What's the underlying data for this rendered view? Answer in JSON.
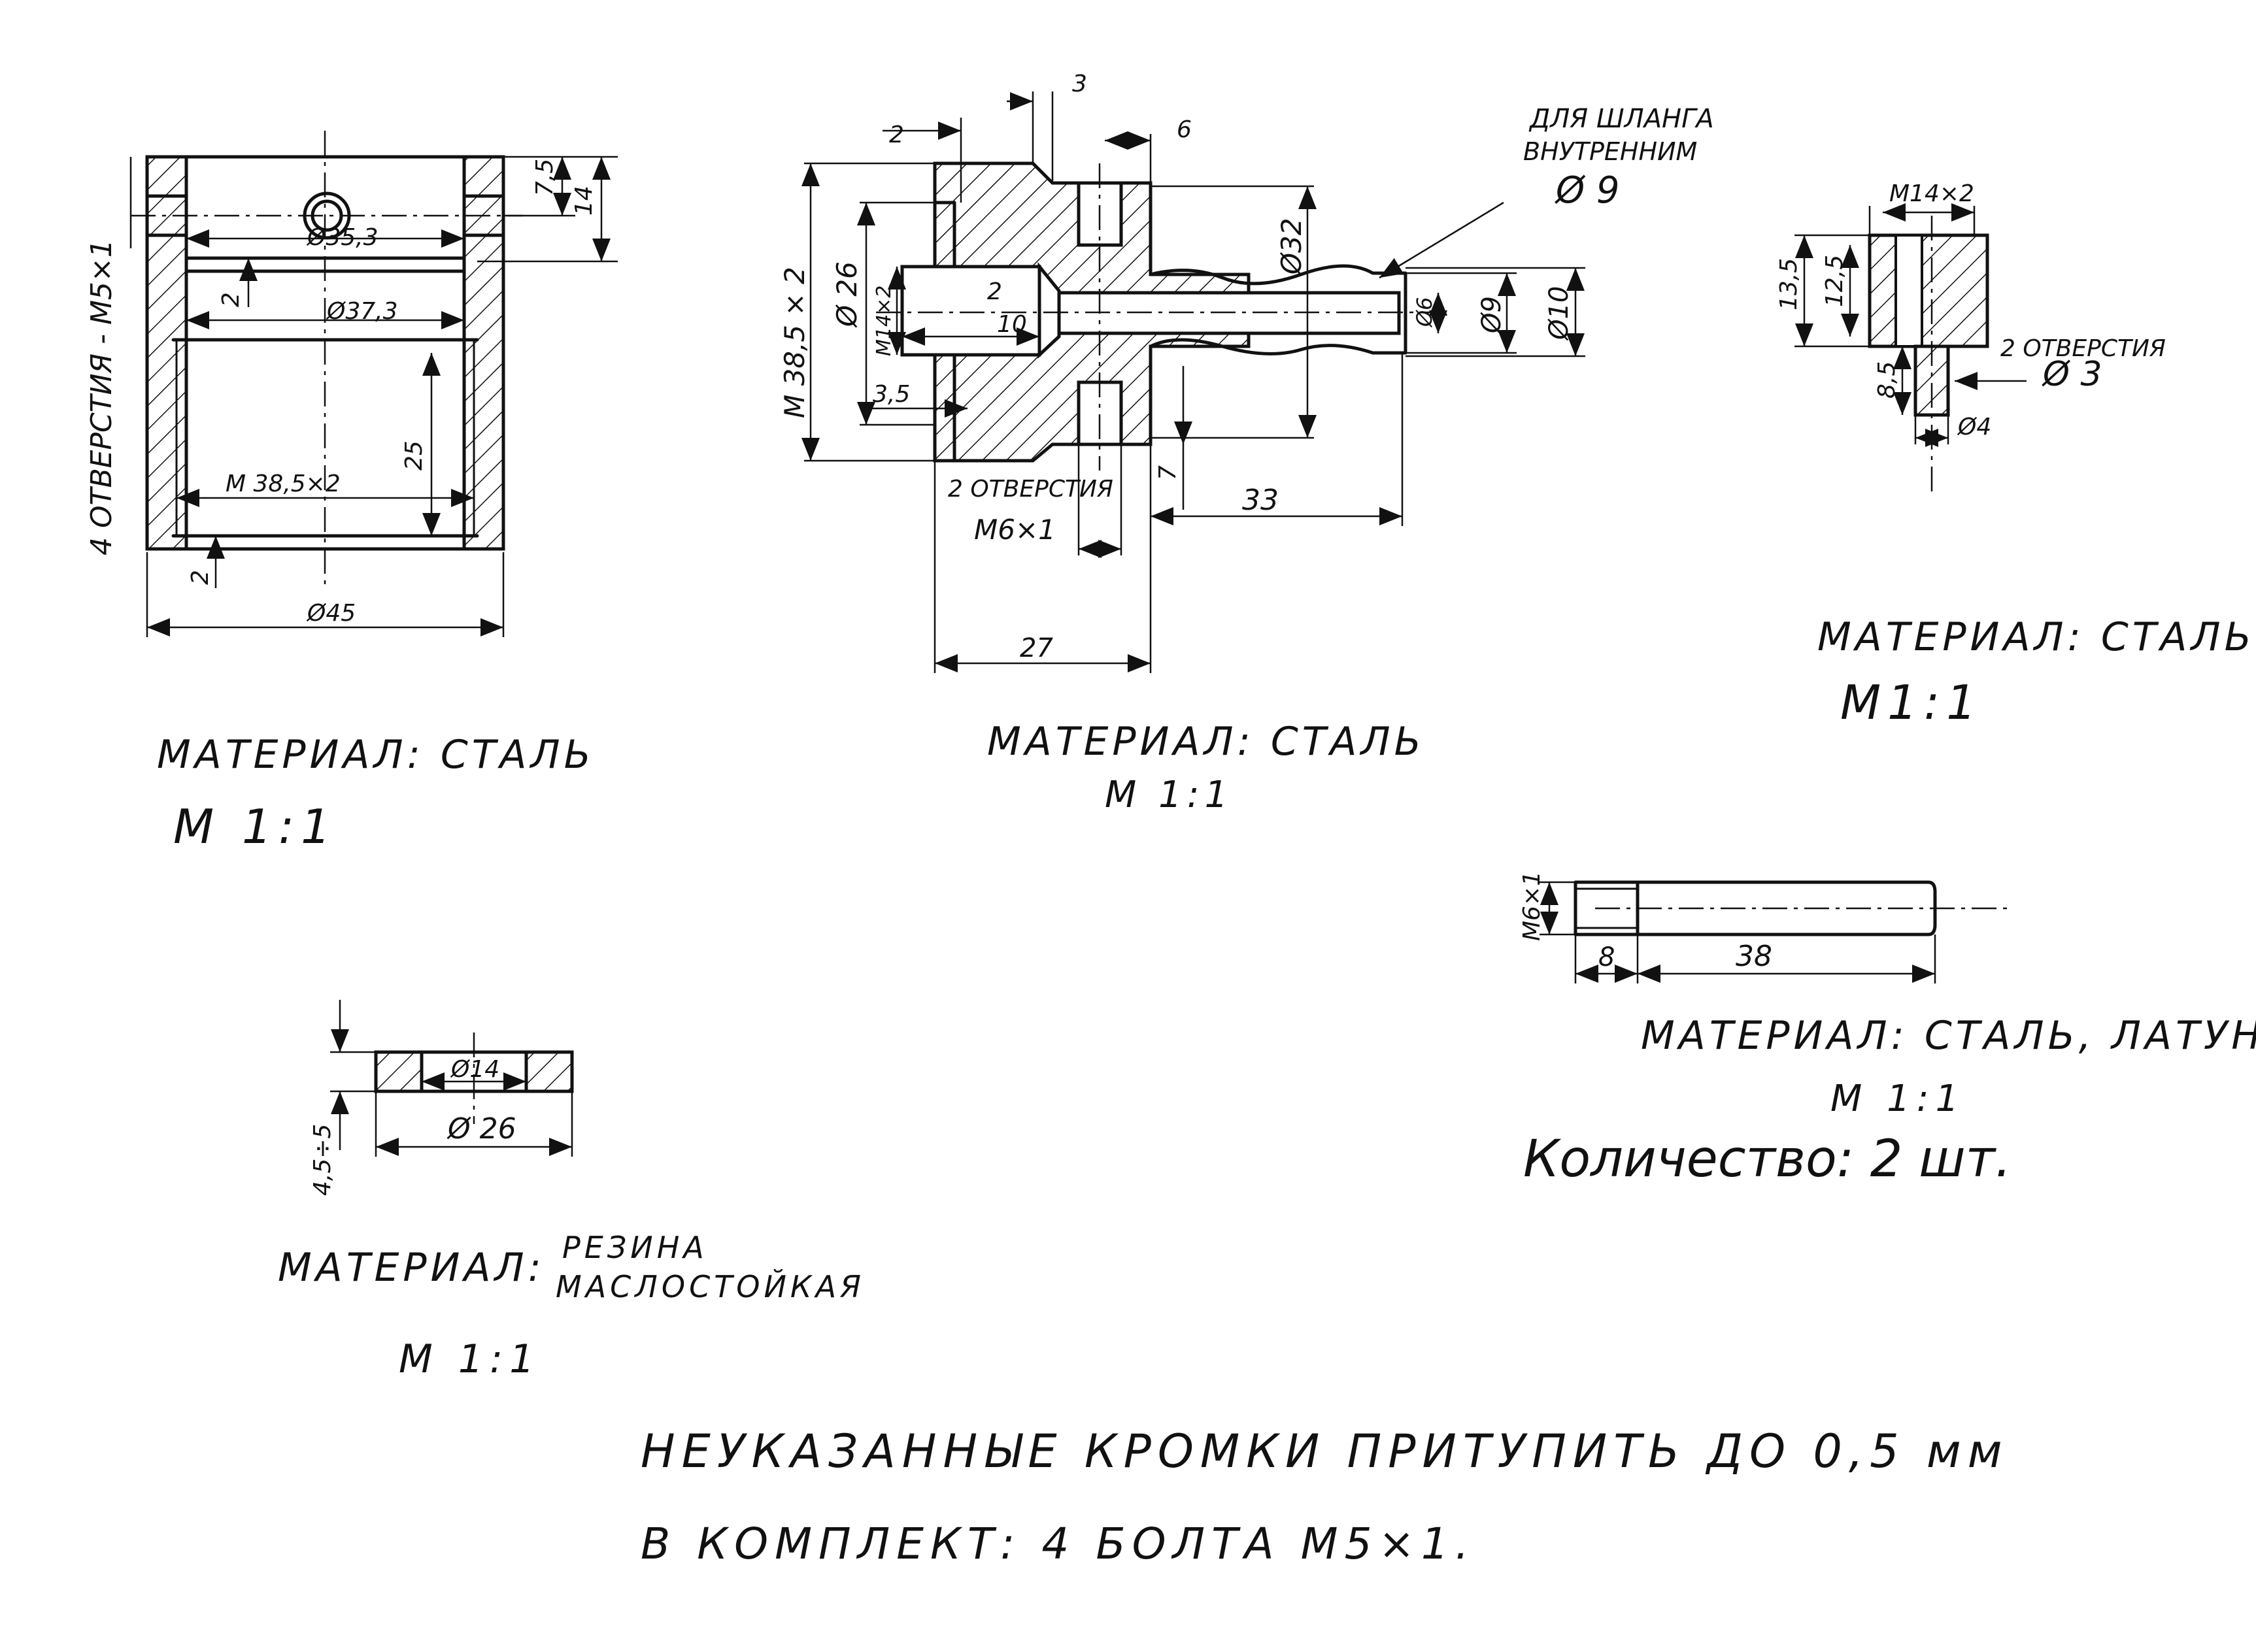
{
  "parts": {
    "body": {
      "dims": {
        "bore_top": "Ø35,3",
        "bore_mid": "Ø37,3",
        "thread": "M 38,5×2",
        "outer": "Ø45",
        "h1": "7,5",
        "h2": "14",
        "h3": "25",
        "step1": "2",
        "step2": "2"
      },
      "holes_label": "4 ОТВЕРСТИЯ - M5×1",
      "material": "МАТЕРИАЛ: СТАЛЬ",
      "scale": "М 1:1"
    },
    "fitting": {
      "dims": {
        "d2": "2",
        "d3": "3",
        "d6": "6",
        "thread": "M 38,5 × 2",
        "d26": "Ø 26",
        "m14": "M14×2",
        "d2b": "2",
        "d10": "10",
        "d35": "3,5",
        "d32": "Ø32",
        "d_6": "Ø6",
        "d_9": "Ø9",
        "d_10": "Ø10",
        "d7": "7",
        "d33": "33",
        "d27": "27",
        "holes": "2 ОТВЕРСТИЯ",
        "holes_thread": "M6×1"
      },
      "hose_note_1": "ДЛЯ ШЛАНГА",
      "hose_note_2": "ВНУТРЕННИМ",
      "hose_note_3": "Ø 9",
      "material": "МАТЕРИАЛ: СТАЛЬ",
      "scale": "М 1:1"
    },
    "plug": {
      "dims": {
        "thread": "M14×2",
        "h1": "13,5",
        "h2": "12,5",
        "h3": "8,5",
        "d4": "Ø4",
        "holes": "2 ОТВЕРСТИЯ",
        "holes_d": "Ø 3"
      },
      "material": "МАТЕРИАЛ: СТАЛЬ",
      "scale": "М1:1"
    },
    "gasket": {
      "dims": {
        "inner": "Ø14",
        "outer": "Ø 26",
        "thick": "4,5÷5"
      },
      "material_label": "МАТЕРИАЛ:",
      "material_1": "РЕЗИНА",
      "material_2": "МАСЛОСТОЙКАЯ",
      "scale": "М 1:1"
    },
    "bolt": {
      "dims": {
        "thread": "M6×1",
        "l1": "8",
        "l2": "38"
      },
      "material": "МАТЕРИАЛ: СТАЛЬ, ЛАТУНЬ",
      "scale": "М 1:1",
      "quantity": "Количество: 2 шт."
    }
  },
  "footer": {
    "note_1": "НЕУКАЗАННЫЕ КРОМКИ ПРИТУПИТЬ ДО 0,5 мм",
    "note_2": "В КОМПЛЕКТ: 4 БОЛТА M5×1."
  }
}
